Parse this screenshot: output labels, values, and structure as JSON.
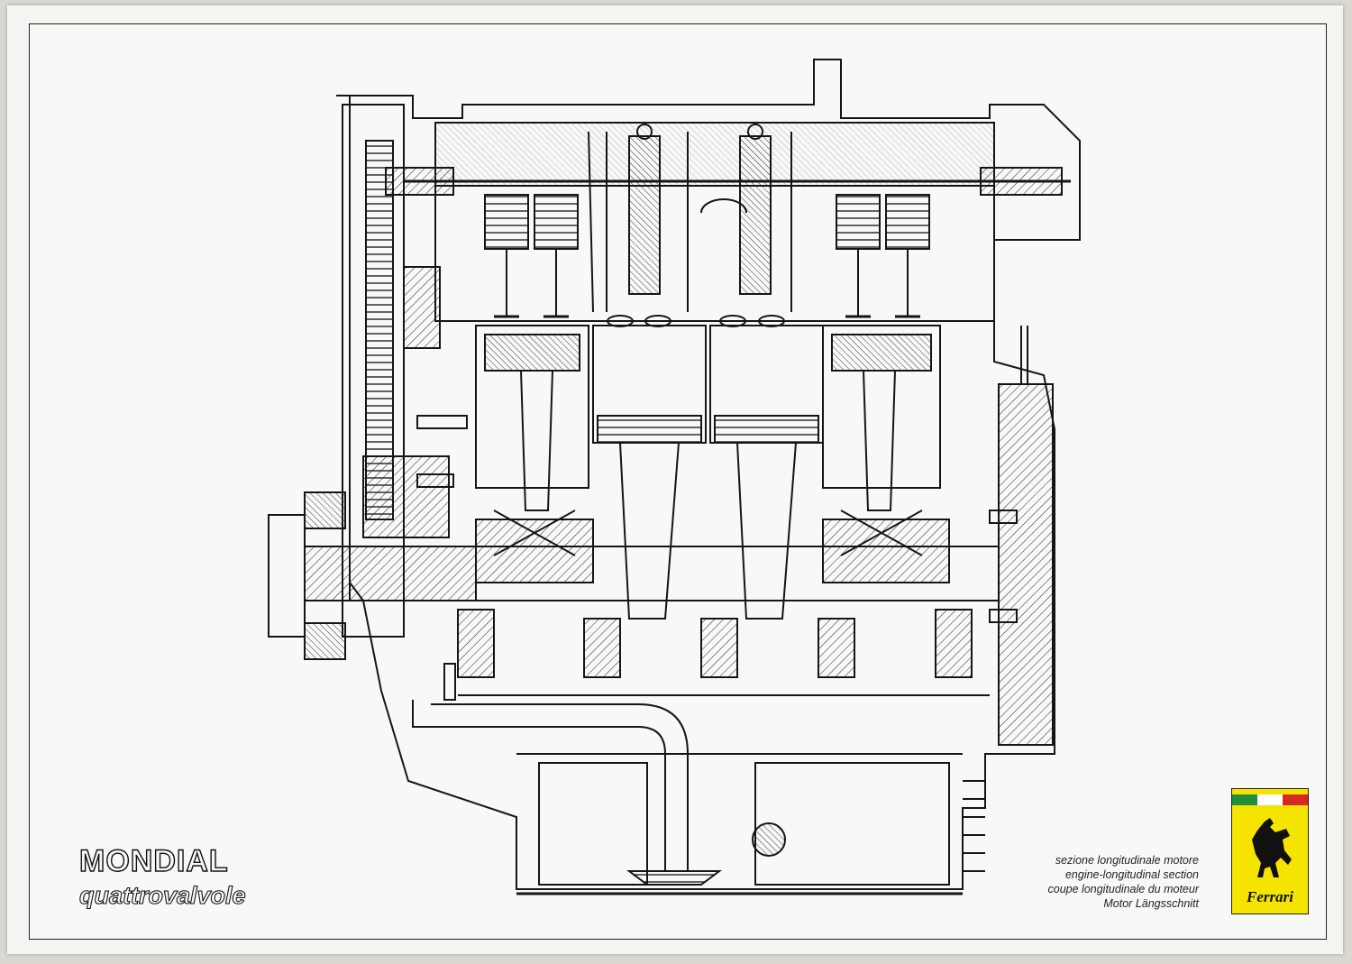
{
  "title": {
    "model": "MONDIAL",
    "variant": "quattrovalvole"
  },
  "caption": {
    "it": "sezione longitudinale motore",
    "en": "engine-longitudinal section",
    "fr": "coupe longitudinale du moteur",
    "de": "Motor Längsschnitt"
  },
  "logo": {
    "brand": "Ferrari",
    "background_color": "#f5e400",
    "stripe_colors": [
      "#1f8f3a",
      "#ffffff",
      "#d42a22"
    ],
    "icon": "prancing-horse-icon"
  },
  "colors": {
    "line": "#151515",
    "paper": "#f8f8f6"
  }
}
